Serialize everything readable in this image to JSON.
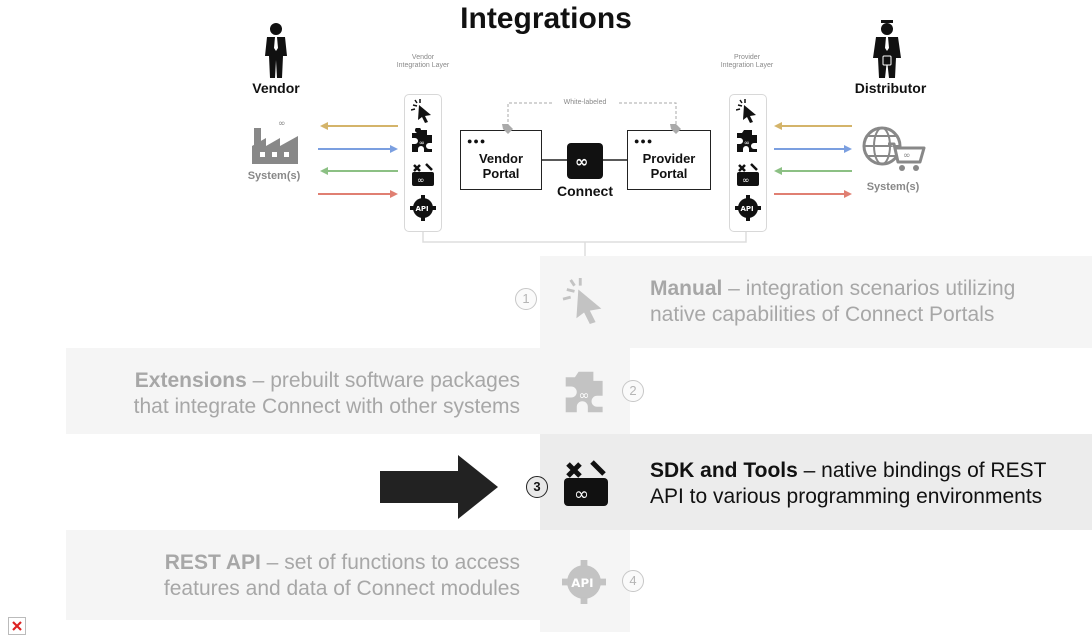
{
  "title": "Integrations",
  "vendor_label": "Vendor",
  "distributor_label": "Distributor",
  "vendor_layer_label": "Vendor Integration Layer",
  "provider_layer_label": "Provider Integration Layer",
  "white_labeled": "White-labeled",
  "vendor_portal": "Vendor Portal",
  "provider_portal": "Provider Portal",
  "connect_label": "Connect",
  "systems_left": "System(s)",
  "systems_right": "System(s)",
  "portal_dots": "●●●",
  "options": [
    {
      "number": "1",
      "name": "Manual",
      "sep": " – ",
      "text_line1": "integration scenarios utilizing",
      "text_line2": "native capabilities of Connect Portals",
      "icon": "cursor-click-icon"
    },
    {
      "number": "2",
      "name": "Extensions",
      "sep": " – ",
      "text_line1": "prebuilt software packages",
      "text_line2": "that integrate Connect with other systems",
      "icon": "puzzle-icon"
    },
    {
      "number": "3",
      "name": "SDK and Tools",
      "sep": " – ",
      "text_line1": "native bindings of REST",
      "text_line2": "API to various programming environments",
      "icon": "toolbox-icon"
    },
    {
      "number": "4",
      "name": "REST API",
      "sep": " – ",
      "text_line1": "set of functions to access",
      "text_line2": "features and data of Connect modules",
      "icon": "api-gear-icon"
    }
  ],
  "api_icon_text": "API",
  "colors": {
    "gold": "#d4b46a",
    "blue": "#7b9fe0",
    "green": "#8cc084",
    "red": "#e07f72",
    "highlight": "#111111",
    "muted": "#a7a7a7"
  }
}
